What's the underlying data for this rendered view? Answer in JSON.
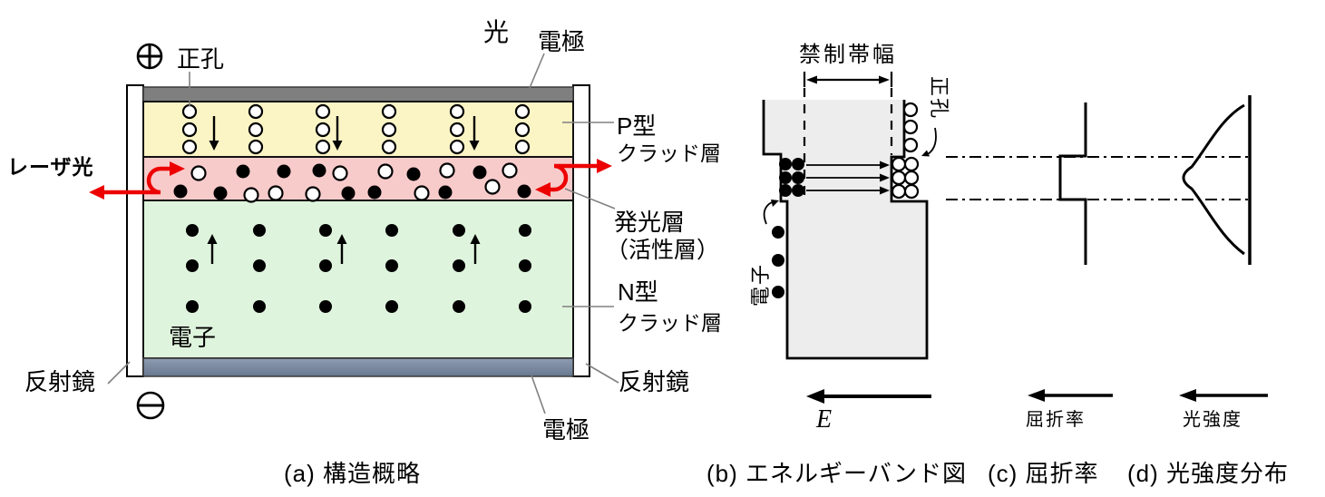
{
  "figure": {
    "captions": {
      "a": "(a) 構造概略",
      "b": "(b) エネルギーバンド図",
      "c": "(c) 屈折率",
      "d": "(d) 光強度分布"
    }
  },
  "colors": {
    "p_clad": "#FBF4C5",
    "active": "#F8CBCB",
    "n_clad": "#DFF4DD",
    "electrode_top": "#7F7F7F",
    "electrode_bottom_light": "#8E9CB0",
    "electrode_bottom_dark": "#67788F",
    "mirror": "#FFFFFF",
    "band_fill": "#EDEDED",
    "laser_red": "#EC0000",
    "pointer_gray": "#808080",
    "ink": "#000000"
  },
  "panel_a": {
    "labels": {
      "laser_light": "レーザ光",
      "hole": "正孔",
      "light": "光",
      "electrode_top": "電極",
      "p_clad_line1": "P型",
      "p_clad_line2": "クラッド層",
      "active_line1": "発光層",
      "active_line2": "（活性層）",
      "n_clad_line1": "N型",
      "n_clad_line2": "クラッド層",
      "electron": "電子",
      "mirror_left": "反射鏡",
      "mirror_right": "反射鏡",
      "electrode_bottom": "電極"
    },
    "hole_grid": {
      "cols": [
        209,
        282,
        356,
        429,
        504,
        576
      ],
      "rows": [
        123,
        143,
        162
      ],
      "r": 7
    },
    "electron_grid": {
      "cols": [
        212,
        286,
        359,
        432,
        506,
        579
      ],
      "rows": [
        254,
        293,
        338
      ],
      "r": 7
    },
    "hole_drift_arrows_x": [
      236,
      372,
      523
    ],
    "electron_drift_arrows_x": [
      234,
      377,
      524
    ],
    "active_circle_r": 7.5,
    "active_circles": [
      [
        199,
        211,
        "black"
      ],
      [
        219,
        191,
        "white"
      ],
      [
        243,
        213,
        "black"
      ],
      [
        268,
        189,
        "black"
      ],
      [
        277,
        215,
        "white"
      ],
      [
        304,
        213,
        "white"
      ],
      [
        313,
        189,
        "black"
      ],
      [
        345,
        214,
        "white"
      ],
      [
        352,
        188,
        "black"
      ],
      [
        375,
        191,
        "white"
      ],
      [
        384,
        213,
        "black"
      ],
      [
        413,
        212,
        "black"
      ],
      [
        425,
        189,
        "white"
      ],
      [
        456,
        192,
        "black"
      ],
      [
        465,
        213,
        "white"
      ],
      [
        491,
        212,
        "black"
      ],
      [
        493,
        188,
        "white"
      ],
      [
        529,
        190,
        "black"
      ],
      [
        543,
        206,
        "white"
      ],
      [
        562,
        188,
        "white"
      ],
      [
        578,
        211,
        "black"
      ]
    ]
  },
  "panel_b": {
    "labels": {
      "band_gap": "禁制帯幅",
      "hole": "正孔",
      "electron": "電子",
      "field_axis": "E"
    },
    "electron_cluster": {
      "cols": [
        866,
        880
      ],
      "rows": [
        181,
        196,
        210
      ],
      "r": 7
    },
    "hole_cluster": {
      "cols": [
        991,
        1005
      ],
      "rows": [
        181,
        196,
        211
      ],
      "r": 7
    },
    "incoming_electrons": [
      [
        858,
        256
      ],
      [
        858,
        287
      ],
      [
        858,
        322
      ]
    ],
    "incoming_holes": [
      [
        1004,
        121
      ],
      [
        1004,
        140
      ],
      [
        1004,
        160
      ]
    ],
    "recombination_arrows_y": [
      182,
      196,
      210
    ]
  },
  "panel_c": {
    "axis_label": "屈折率"
  },
  "panel_d": {
    "axis_label": "光強度"
  }
}
